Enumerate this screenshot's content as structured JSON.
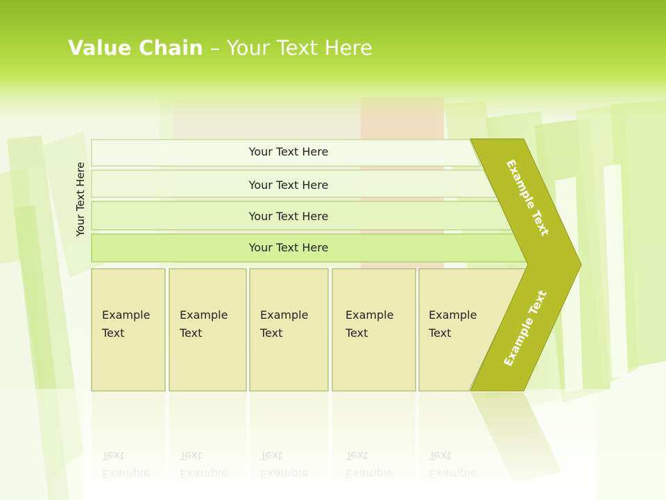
{
  "slide": {
    "title_bold": "Value Chain",
    "title_rest": " – Your Text Here",
    "side_label": "Your Text Here"
  },
  "rows": [
    {
      "label": "Your Text Here"
    },
    {
      "label": "Your Text Here"
    },
    {
      "label": "Your Text Here"
    },
    {
      "label": "Your Text Here"
    }
  ],
  "boxes": [
    {
      "line1": "Example",
      "line2": "Text"
    },
    {
      "line1": "Example",
      "line2": "Text"
    },
    {
      "line1": "Example",
      "line2": "Text"
    },
    {
      "line1": "Example",
      "line2": "Text"
    },
    {
      "line1": "Example",
      "line2": "Text"
    }
  ],
  "chevron": {
    "upper_label": "Example Text",
    "lower_label": "Example Text"
  },
  "colors": {
    "header_green": "#a7d137",
    "chevron_olive": "#b6bf2a",
    "box_fill": "#ecebb4",
    "row_fill_1": "#f4fae6",
    "row_fill_4": "#d7f09a"
  }
}
